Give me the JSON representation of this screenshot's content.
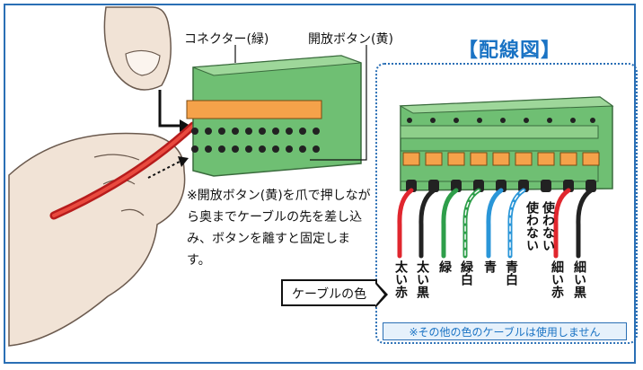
{
  "callouts": {
    "connector": "コネクター(緑)",
    "release_button": "開放ボタン(黄)"
  },
  "title": "【配線図】",
  "note": "※開放ボタン(黄)を爪で押しながら奥までケーブルの先を差し込み、ボタンを離すと固定します。",
  "cable_color_label": "ケーブルの色",
  "unused_labels": [
    "使わない",
    "使わない"
  ],
  "wire_labels": [
    "太い赤",
    "太い黒",
    "緑",
    "緑白",
    "青",
    "青白",
    "細い赤",
    "細い黒"
  ],
  "warning": "※その他の色のケーブルは使用しません",
  "colors": {
    "frame_blue": "#2a6fb5",
    "connector_green": "#7fc97a",
    "button_orange": "#f5a24a",
    "wire_red": "#e0262e",
    "wire_black": "#222222",
    "wire_green": "#2e9e4a",
    "wire_blue": "#2a96d8"
  },
  "icons": [
    "hand-icon",
    "connector-icon",
    "arrow-icon"
  ]
}
